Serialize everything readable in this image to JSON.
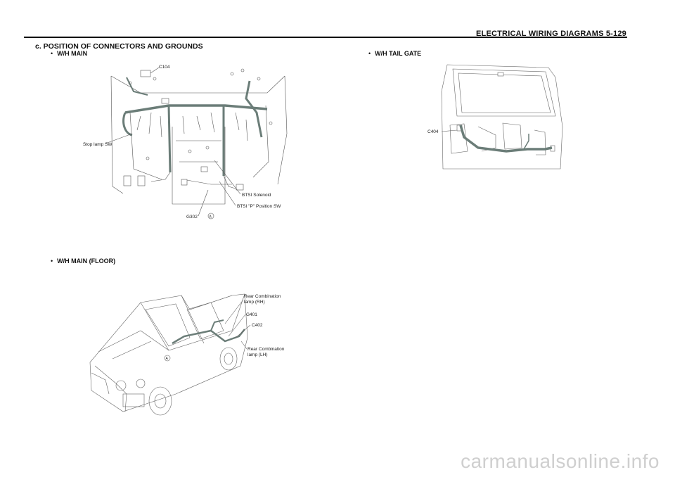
{
  "header": {
    "title": "ELECTRICAL WIRING DIAGRAMS  5-129"
  },
  "section": {
    "title": "c. POSITION OF CONNECTORS AND GROUNDS"
  },
  "bullets": {
    "main": "W/H MAIN",
    "main_floor": "W/H MAIN (FLOOR)",
    "tail_gate": "W/H TAIL GATE"
  },
  "labels": {
    "main": {
      "c104": "C104",
      "stop_lamp": "Stop lamp SW",
      "btsi_solenoid": "BTSI Solenoid",
      "btsi_p": "BTSI \"P\" Position SW",
      "g302": "G302",
      "a_marker": "A"
    },
    "floor": {
      "rcl_rh_1": "Rear Combination",
      "rcl_rh_2": "lamp (RH)",
      "g401": "G401",
      "c402": "C402",
      "rcl_lh_1": "Rear Combination",
      "rcl_lh_2": "lamp (LH)",
      "a_marker": "A"
    },
    "tail": {
      "c404": "C404"
    }
  },
  "watermark": "carmanualsonline.info",
  "colors": {
    "harness": "#6b7d78",
    "line": "#555555",
    "rule": "#000000"
  }
}
